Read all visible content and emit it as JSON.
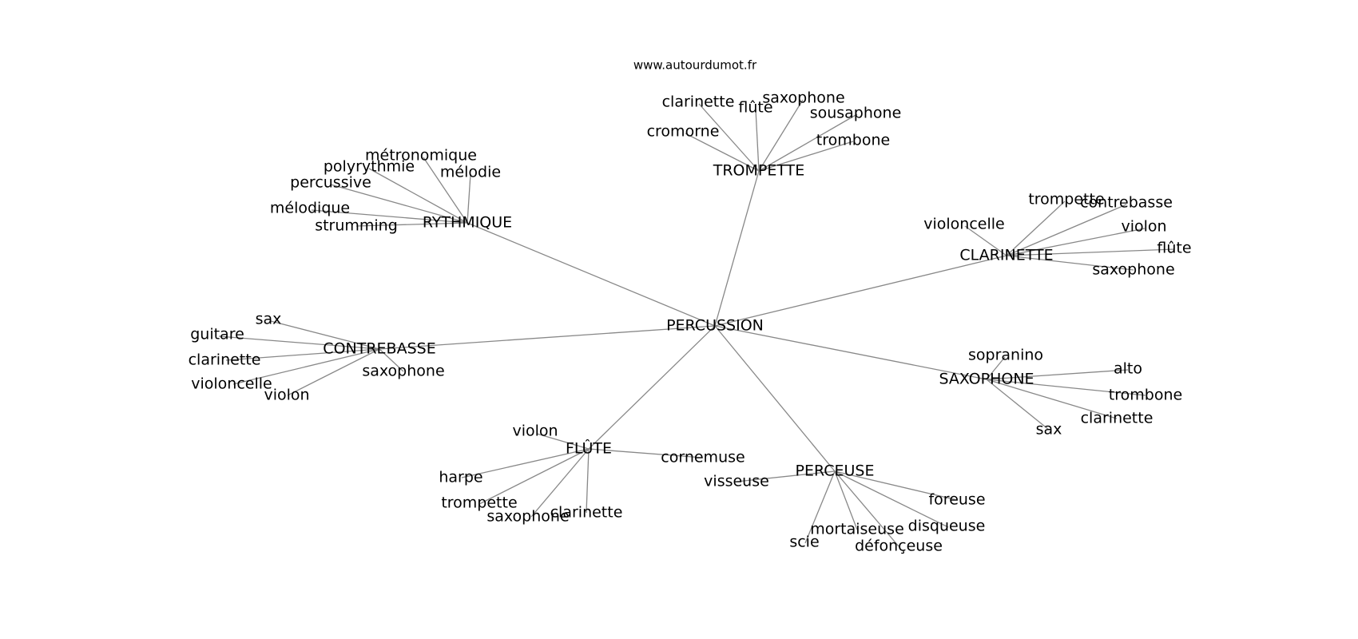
{
  "source": "www.autourdumot.fr",
  "center": "PERCUSSION",
  "hubs": [
    {
      "id": "trompette",
      "label": "TROMPETTE",
      "leaves": [
        "clarinette",
        "flûte",
        "saxophone",
        "sousaphone",
        "cromorne",
        "trombone"
      ]
    },
    {
      "id": "rythmique",
      "label": "RYTHMIQUE",
      "leaves": [
        "métronomique",
        "polyrythmie",
        "mélodie",
        "percussive",
        "mélodique",
        "strumming"
      ]
    },
    {
      "id": "clarinette",
      "label": "CLARINETTE",
      "leaves": [
        "trompette",
        "contrebasse",
        "violoncelle",
        "violon",
        "flûte",
        "saxophone"
      ]
    },
    {
      "id": "contrebasse",
      "label": "CONTREBASSE",
      "leaves": [
        "sax",
        "guitare",
        "clarinette",
        "violoncelle",
        "violon",
        "saxophone"
      ]
    },
    {
      "id": "saxophone",
      "label": "SAXOPHONE",
      "leaves": [
        "sopranino",
        "alto",
        "trombone",
        "clarinette",
        "sax"
      ]
    },
    {
      "id": "flute",
      "label": "FLÛTE",
      "leaves": [
        "violon",
        "cornemuse",
        "harpe",
        "trompette",
        "saxophone",
        "clarinette"
      ]
    },
    {
      "id": "perceuse",
      "label": "PERCEUSE",
      "leaves": [
        "visseuse",
        "foreuse",
        "disqueuse",
        "mortaiseuse",
        "défonçeuse",
        "scie"
      ]
    }
  ]
}
